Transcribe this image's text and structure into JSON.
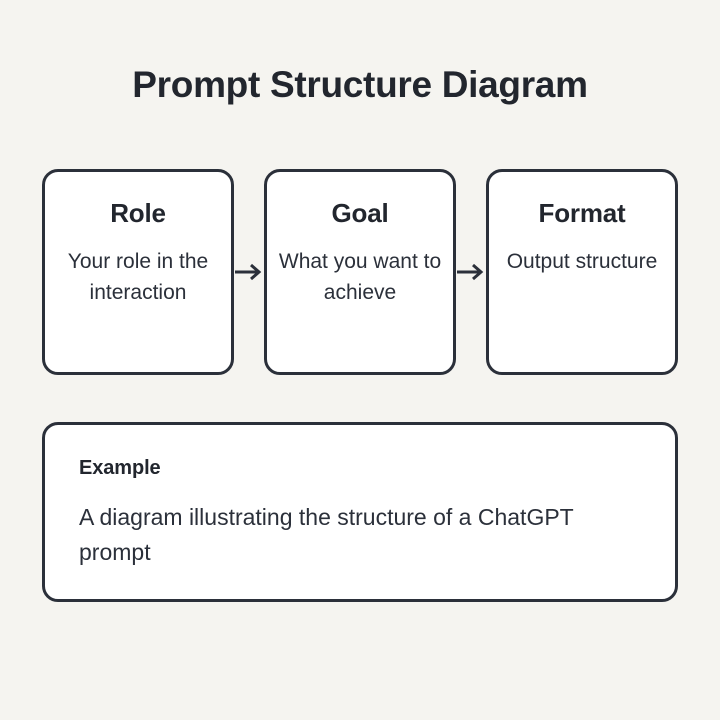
{
  "page": {
    "title": "Prompt Structure Diagram",
    "background_color": "#F5F4F0",
    "box_fill_color": "#FFFFFF",
    "border_color": "#2B303A",
    "text_color": "#22262E"
  },
  "steps": [
    {
      "title": "Role",
      "description": "Your role in the interaction"
    },
    {
      "title": "Goal",
      "description": "What you want to achieve"
    },
    {
      "title": "Format",
      "description": "Output structure"
    }
  ],
  "connectors": [
    {
      "icon": "arrow-right-icon"
    },
    {
      "icon": "arrow-right-icon"
    }
  ],
  "example": {
    "label": "Example",
    "text": "A diagram illustrating the structure of a ChatGPT prompt"
  }
}
